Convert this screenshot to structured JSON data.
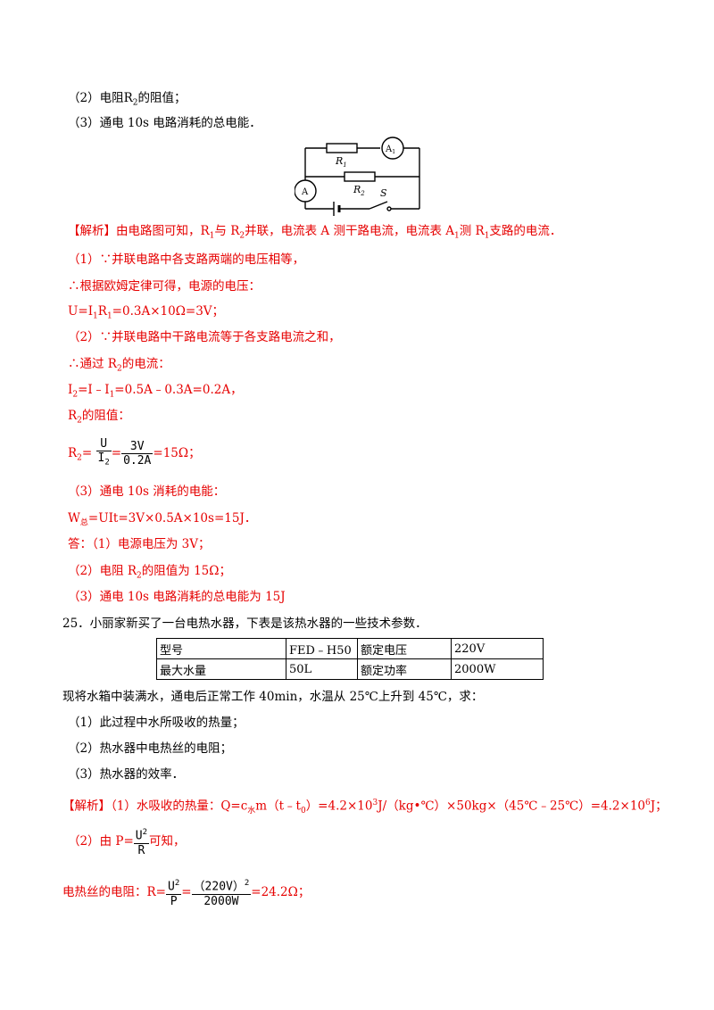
{
  "lines": {
    "q2": "（2）电阻",
    "q2_r": "R",
    "q2_sub": "2",
    "q2_tail": "的阻值；",
    "q3": "（3）通电 10s 电路消耗的总电能．",
    "jx_tag": "【解析】",
    "jx1a": "由电路图可知，R",
    "jx1b": "与 R",
    "jx1c": "并联，电流表 A 测干路电流，电流表 A",
    "jx1d": "测 R",
    "jx1e": "支路的电流．",
    "sub1": "1",
    "sub2": "2",
    "l1": "（1）∵并联电路中各支路两端的电压相等，",
    "l2": "∴根据欧姆定律可得，电源的电压：",
    "l3": "U=I",
    "l3b": "R",
    "l3c": "=0.3A×10Ω=3V；",
    "l4": "（2）∵并联电路中干路电流等于各支路电流之和，",
    "l5a": "∴通过 R",
    "l5b": "的电流：",
    "l6a": "I",
    "l6b": "=I﹣I",
    "l6c": "=0.5A﹣0.3A=0.2A，",
    "l7a": "R",
    "l7b": "的阻值：",
    "l8a": "R",
    "l8b": "=",
    "l8_f1_num": "U",
    "l8_f1_den": "I",
    "l8_f1_den_sub": "2",
    "l8_eq": "=",
    "l8_f2_num": "3V",
    "l8_f2_den": "0.2A",
    "l8_tail": "=15Ω；",
    "l9": "（3）通电 10s 消耗的电能：",
    "l10a": "W",
    "l10sub": "总",
    "l10b": "=UIt=3V×0.5A×10s=15J．",
    "l11": "答：（1）电源电压为 3V；",
    "l12a": "（2）电阻 R",
    "l12b": "的阻值为 15Ω；",
    "l13": "（3）通电 10s 电路消耗的总电能为 15J",
    "q25": "25．小丽家新买了一台电热水器，下表是该热水器的一些技术参数．",
    "p1": "现将水箱中装满水，通电后正常工作 40min，水温从 25℃上升到 45℃，求：",
    "p2": "（1）此过程中水所吸收的热量；",
    "p3": "（2）热水器中电热丝的电阻；",
    "p4": "（3）热水器的效率．",
    "jx2_tag": "【解析】",
    "jx2a": "（1）水吸收的热量：Q=c",
    "jx2sub": "水",
    "jx2b": "m（t﹣t",
    "jx2sub0": "0",
    "jx2c": "）=4.2×10",
    "jx2sup3": "3",
    "jx2d": "J/（kg•℃）×50kg×（45℃﹣25℃）=4.2×10",
    "jx2sup6": "6",
    "jx2e": "J；",
    "m1a": "（2）由 P=",
    "m1_num": "U",
    "m1_num_sup": "2",
    "m1_den": "R",
    "m1b": "可知，",
    "m2a": "电热丝的电阻：R=",
    "m2_f1_num": "U",
    "m2_f1_sup": "2",
    "m2_f1_den": "P",
    "m2_eq": "=",
    "m2_f2_num": "（220V）",
    "m2_f2_sup": "2",
    "m2_f2_den": "2000W",
    "m2_tail": "=24.2Ω；"
  },
  "table": {
    "rows": [
      [
        "型号",
        "FED﹣H50",
        "额定电压",
        "220V"
      ],
      [
        "最大水量",
        "50L",
        "额定功率",
        "2000W"
      ]
    ]
  },
  "circuit": {
    "r1": "R",
    "r1_sub": "1",
    "r2": "R",
    "r2_sub": "2",
    "a1": "A",
    "a1_sub": "1",
    "a": "A",
    "s": "S"
  }
}
